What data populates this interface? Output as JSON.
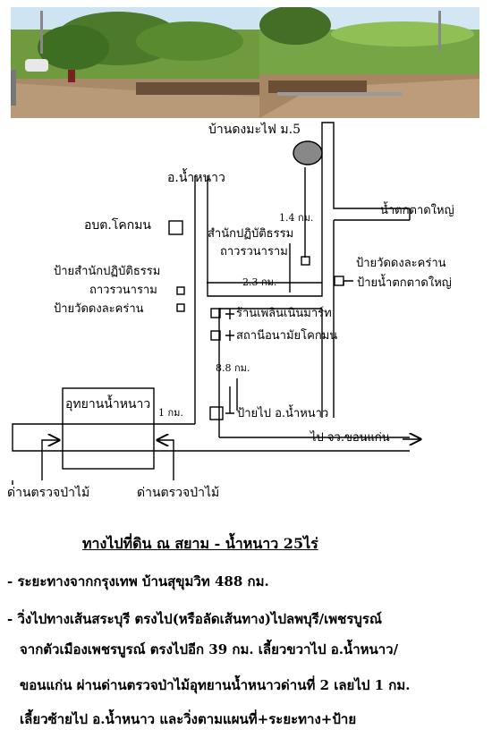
{
  "map": {
    "village": "บ้านดงมะไฟ ม.5",
    "district": "อ.น้ำหนาว",
    "dist_1_4": "1.4 กม.",
    "temple_1": "สำนักปฏิบัติธรรม",
    "temple_2": "ถาวรวนาราม",
    "waterfall": "น้ำตกตาดใหญ่",
    "obt": "อบต.โคกมน",
    "sign_temple_1": "ป้ายสำนักปฏิบัติธรรม",
    "sign_temple_2": "ถาวรวนาราม",
    "sign_wat_left": "ป้ายวัดดงละคร่าน",
    "dist_2_3": "2.3 กม.",
    "sign_wat_right": "ป้ายวัดดงละคร่าน",
    "sign_waterfall": "ป้ายน้ำตกตาดใหญ่",
    "shop": "ร้านเพลินเนินมาร์ท",
    "health": "สถานีอนามัยโคกมน",
    "dist_8_8": "8.8 กม.",
    "park": "อุทยานน้ำหนาว",
    "dist_1": "1 กม.",
    "sign_district": "ป้ายไป อ.น้ำหนาว",
    "to_khonkaen": "ไป จว.ขอนแก่น",
    "checkpoint_left": "ด่านตรวจป่าไม้",
    "checkpoint_right": "ด่านตรวจป่าไม้"
  },
  "caption": {
    "title": "ทางไปที่ดิน ณ สยาม - น้ำหนาว 25ไร่",
    "lines": [
      "- ระยะทางจากกรุงเทพ บ้านสุขุมวิท 488 กม.",
      "- วิ่งไปทางเส้นสระบุรี ตรงไป(หรือลัดเส้นทาง)ไปลพบุรี/เพชรบูรณ์",
      "จากตัวเมืองเพชรบูรณ์ ตรงไปอีก 39 กม. เลี้ยวขวาไป อ.น้ำหนาว/",
      "ขอนแก่น ผ่านด่านตรวจป่าไม้อุทยานน้ำหนาวด่านที่ 2 เลยไป 1 กม.",
      "เลี้ยวซ้ายไป อ.น้ำหนาว และวิ่งตามแผนที่+ระยะทาง+ป้าย"
    ]
  }
}
